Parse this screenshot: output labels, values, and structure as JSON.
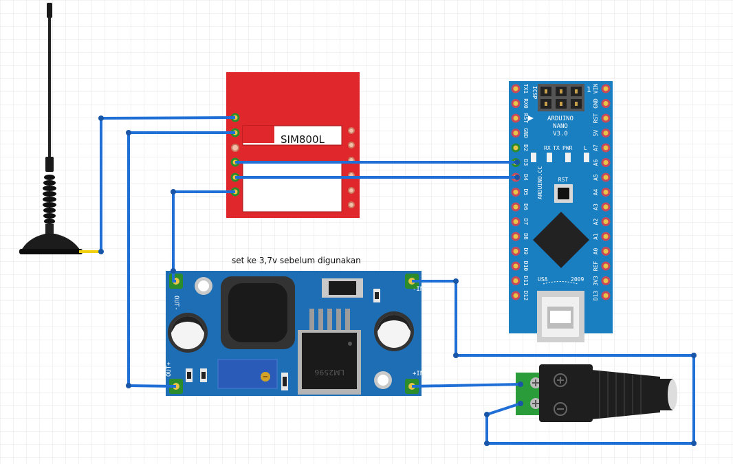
{
  "diagram": {
    "annotation": "set ke 3,7v sebelum digunakan",
    "sim800l": {
      "label": "SIM800L"
    },
    "buck_converter": {
      "chip_label": "LM2596",
      "pin_out_minus": "OUT-",
      "pin_out_plus": "OUT+",
      "pin_in_minus": "-IN",
      "pin_in_plus": "+IN"
    },
    "arduino_nano": {
      "title_line1": "ARDUINO",
      "title_line2": "NANO",
      "title_line3": "V3.0",
      "website": "ARDUINO.CC",
      "icsp": "ICSP",
      "pin1_mark": "1",
      "leds": [
        "TX",
        "RX",
        "PWR",
        "L"
      ],
      "reset_label": "RST",
      "usa_label": "USA",
      "year_label": "2009",
      "left_pins": [
        "TX1",
        "RX0",
        "RST",
        "GND",
        "D2",
        "D3",
        "D4",
        "D5",
        "D6",
        "D7",
        "D8",
        "D9",
        "D10",
        "D11",
        "D12"
      ],
      "right_pins": [
        "VIN",
        "GND",
        "RST",
        "5V",
        "A7",
        "A6",
        "A5",
        "A4",
        "A3",
        "A2",
        "A1",
        "A0",
        "REF",
        "3V3",
        "D13"
      ]
    },
    "colors": {
      "wire": "#1f6fd6",
      "sim_board": "#e0282c",
      "nano_board": "#1a7fc0",
      "buck_board": "#1d6eb4",
      "grid": "#e4e4e4"
    }
  }
}
